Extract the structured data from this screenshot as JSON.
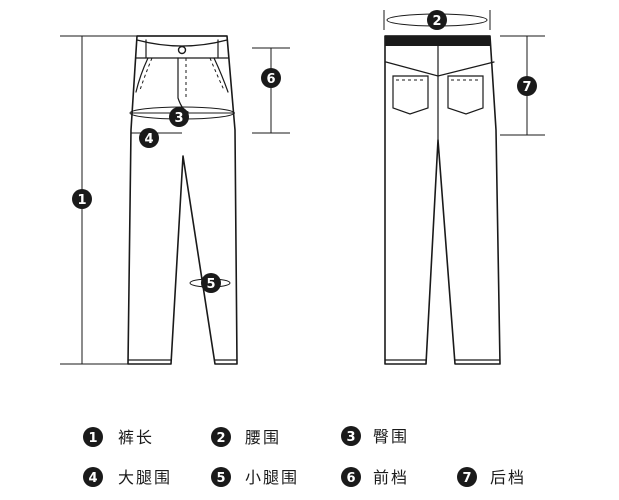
{
  "badge_color": "#1a1a1a",
  "markers": {
    "m1": "1",
    "m2": "2",
    "m3": "3",
    "m4": "4",
    "m5": "5",
    "m6": "6",
    "m7": "7"
  },
  "legend": [
    {
      "number": "1",
      "label": "裤长"
    },
    {
      "number": "2",
      "label": "腰围"
    },
    {
      "number": "3",
      "label": "臀围"
    },
    {
      "number": "4",
      "label": "大腿围"
    },
    {
      "number": "5",
      "label": "小腿围"
    },
    {
      "number": "6",
      "label": "前档"
    },
    {
      "number": "7",
      "label": "后档"
    }
  ]
}
